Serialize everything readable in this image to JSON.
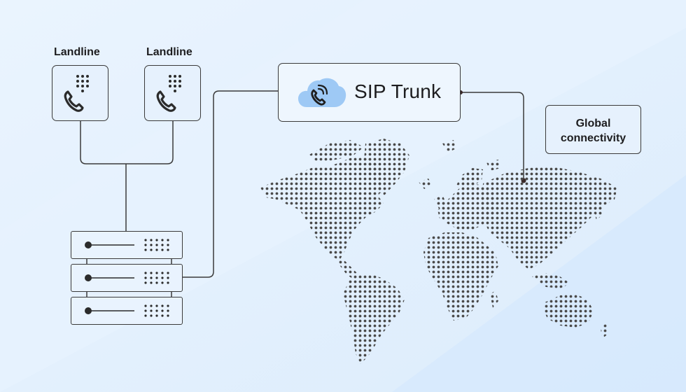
{
  "landlines": [
    {
      "label": "Landline",
      "icon": "landline-phone-icon"
    },
    {
      "label": "Landline",
      "icon": "landline-phone-icon"
    }
  ],
  "sip_trunk": {
    "label": "SIP Trunk",
    "icon": "cloud-phone-icon"
  },
  "global": {
    "line1": "Global",
    "line2": "connectivity"
  },
  "server_units": 3,
  "colors": {
    "background": "#e3f0fd",
    "stroke": "#3a3a3a",
    "cloud": "#9ec9f5",
    "map_dots": "#4a4a4a"
  }
}
